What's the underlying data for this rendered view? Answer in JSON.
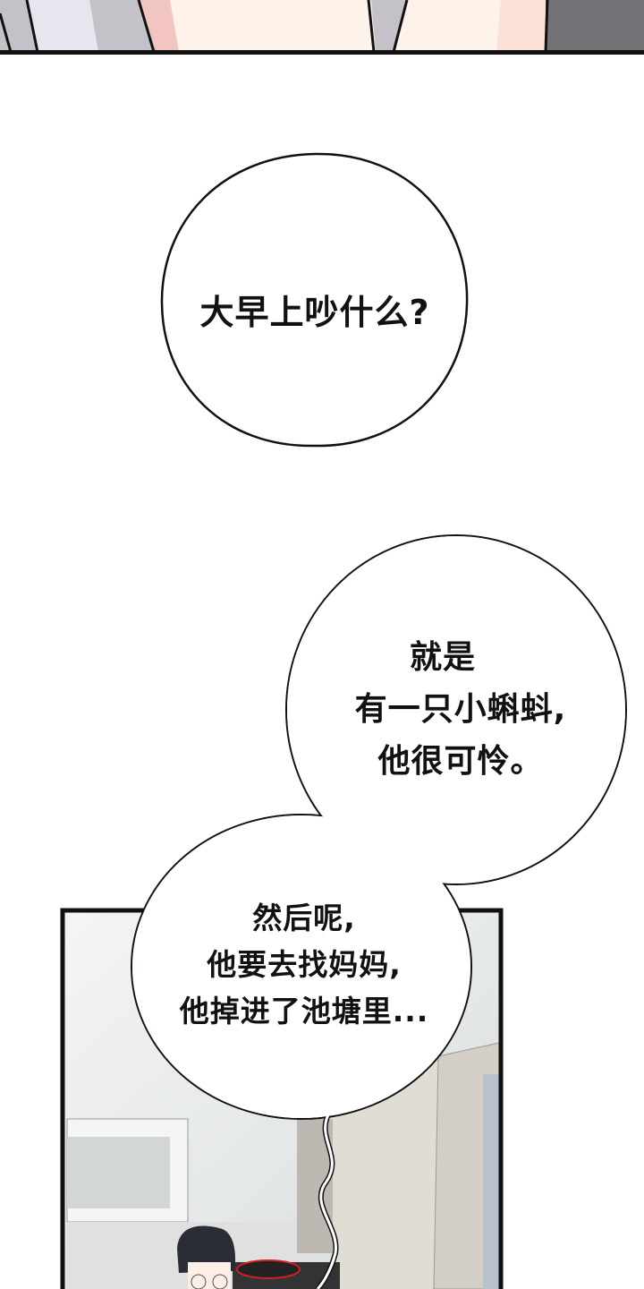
{
  "panels": {
    "top_panel": {
      "description_colors": {
        "skin": "#fdf3ea",
        "blush": "#f3c5c0",
        "gray": "#c4c2c8",
        "dark": "#707276"
      }
    },
    "bottom_panel": {
      "colors": {
        "wall": "#e8eaea",
        "cabinet": "#d8d6d0"
      }
    }
  },
  "bubbles": [
    {
      "lines": [
        "大早上吵什么?"
      ]
    },
    {
      "lines": [
        "就是",
        "有一只小蝌蚪,",
        "他很可怜。"
      ]
    },
    {
      "lines": [
        "然后呢,",
        "他要去找妈妈,",
        "他掉进了池塘里..."
      ]
    }
  ]
}
